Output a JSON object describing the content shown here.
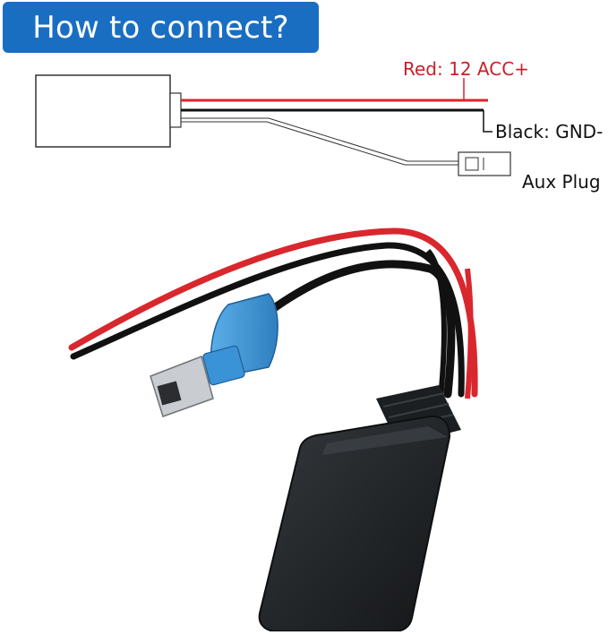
{
  "banner": {
    "title": "How to connect?"
  },
  "wiring": {
    "red_label": "Red: 12 ACC+",
    "black_label": "Black: GND-",
    "aux_label": "Aux Plug"
  },
  "colors": {
    "banner": "#1a6ec2",
    "wire_red": "#d9272e",
    "wire_black": "#111111",
    "connector_blue": "#3a93d6",
    "module_body": "#1c1f22"
  },
  "icons": [
    "bluetooth-module-box",
    "aux-plug-icon",
    "connector-plug-photo"
  ]
}
